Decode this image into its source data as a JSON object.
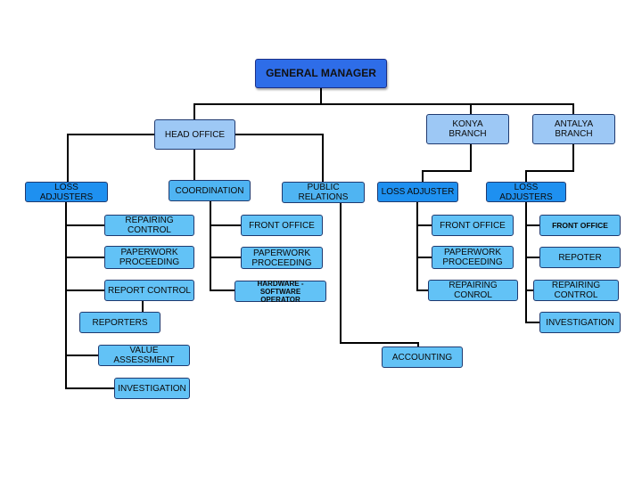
{
  "colors": {
    "line": "#000000",
    "general_manager": "#2e6de8",
    "top_level": "#9dc8f5",
    "dept_dark": "#1e90f0",
    "dept_light": "#4fb4f2",
    "unit": "#62c2f6"
  },
  "org": {
    "general_manager": "GENERAL MANAGER",
    "head_office": "HEAD OFFICE",
    "konya_branch": "KONYA\nBRANCH",
    "antalya_branch": "ANTALYA\nBRANCH",
    "head_office_units": {
      "loss_adjusters": "LOSS ADJUSTERS",
      "coordination": "COORDINATION",
      "public_relations": "PUBLIC RELATIONS",
      "loss_adjusters_items": [
        "REPAIRING CONTROL",
        "PAPERWORK\nPROCEEDING",
        "REPORT CONTROL",
        "REPORTERS",
        "VALUE ASSESSMENT",
        "INVESTIGATION"
      ],
      "coordination_items": [
        "FRONT OFFICE",
        "PAPERWORK\nPROCEEDING",
        "HARDWARE - SOFTWARE\nOPERATOR"
      ],
      "public_relations_items": [
        "ACCOUNTING"
      ]
    },
    "konya_units": {
      "loss_adjuster": "LOSS ADJUSTER",
      "items": [
        "FRONT OFFICE",
        "PAPERWORK\nPROCEEDING",
        "REPAIRING CONROL"
      ]
    },
    "antalya_units": {
      "loss_adjusters": "LOSS ADJUSTERS",
      "items": [
        "FRONT OFFICE",
        "REPOTER",
        "REPAIRING CONTROL",
        "INVESTIGATION"
      ]
    }
  }
}
